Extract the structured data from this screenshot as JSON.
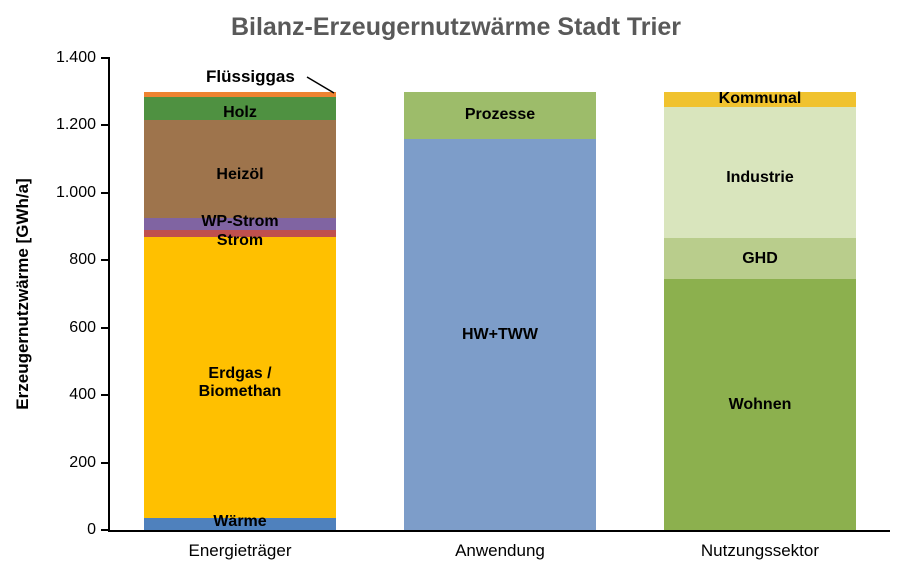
{
  "chart_data": {
    "type": "bar",
    "stacked": true,
    "title": "Bilanz-Erzeugernutzwärme Stadt Trier",
    "title_color": "#595959",
    "ylabel": "Erzeugernutzwärme [GWh/a]",
    "unit": "GWh/a",
    "ylim": [
      0,
      1400
    ],
    "grid": false,
    "legend": "none",
    "yticks": [
      {
        "value": 0,
        "label": "0"
      },
      {
        "value": 200,
        "label": "200"
      },
      {
        "value": 400,
        "label": "400"
      },
      {
        "value": 600,
        "label": "600"
      },
      {
        "value": 800,
        "label": "800"
      },
      {
        "value": 1000,
        "label": "1.000"
      },
      {
        "value": 1200,
        "label": "1.200"
      },
      {
        "value": 1400,
        "label": "1.400"
      }
    ],
    "categories": [
      "Energieträger",
      "Anwendung",
      "Nutzungssektor"
    ],
    "bars": [
      {
        "category": "Energieträger",
        "total": 1300,
        "segments": [
          {
            "label": "Wärme",
            "value": 35,
            "color": "#4f81bd",
            "label_offset": 2
          },
          {
            "label": "Erdgas / Biomethan",
            "label_lines": [
              "Erdgas /",
              "Biomethan"
            ],
            "value": 835,
            "color": "#ffc000",
            "label_offset": -5
          },
          {
            "label": "Strom",
            "value": 20,
            "color": "#c0504d",
            "label_offset": -8
          },
          {
            "label": "WP-Strom",
            "value": 35,
            "color": "#8064a2",
            "label_offset": 2
          },
          {
            "label": "Heizöl",
            "value": 290,
            "color": "#9e744c",
            "label_offset": -6
          },
          {
            "label": "Holz",
            "value": 70,
            "color": "#4f9141",
            "label_offset": -4
          },
          {
            "label": "Flüssiggas",
            "value": 15,
            "color": "#ee8331",
            "label_inside": false
          }
        ]
      },
      {
        "category": "Anwendung",
        "total": 1300,
        "segments": [
          {
            "label": "HW+TWW",
            "value": 1160,
            "color": "#7d9dc9"
          },
          {
            "label": "Prozesse",
            "value": 140,
            "color": "#9dbc6a"
          }
        ]
      },
      {
        "category": "Nutzungssektor",
        "total": 1300,
        "segments": [
          {
            "label": "Wohnen",
            "value": 745,
            "color": "#8cb04e"
          },
          {
            "label": "GHD",
            "value": 120,
            "color": "#b9cd8c"
          },
          {
            "label": "Industrie",
            "value": 390,
            "color": "#d9e5bd",
            "label_offset": -5
          },
          {
            "label": "Kommunal",
            "value": 45,
            "color": "#f0c22e"
          }
        ]
      }
    ]
  }
}
